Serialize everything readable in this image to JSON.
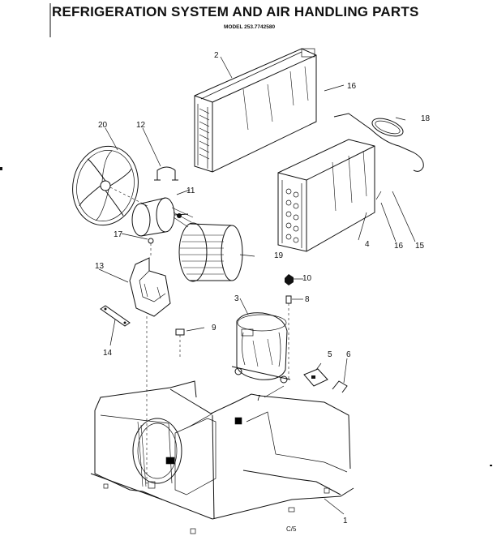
{
  "header": {
    "title": "REFRIGERATION SYSTEM AND AIR HANDLING PARTS",
    "model": "MODEL 253.7742580"
  },
  "parts": [
    {
      "key": "p1",
      "label": "1"
    },
    {
      "key": "p2",
      "label": "2"
    },
    {
      "key": "p3",
      "label": "3"
    },
    {
      "key": "p4",
      "label": "4"
    },
    {
      "key": "p5",
      "label": "5"
    },
    {
      "key": "p6",
      "label": "6"
    },
    {
      "key": "p7",
      "label": "7"
    },
    {
      "key": "p8",
      "label": "8"
    },
    {
      "key": "p9",
      "label": "9"
    },
    {
      "key": "p10",
      "label": "10"
    },
    {
      "key": "p11",
      "label": "11"
    },
    {
      "key": "p12",
      "label": "12"
    },
    {
      "key": "p13",
      "label": "13"
    },
    {
      "key": "p14",
      "label": "14"
    },
    {
      "key": "p15",
      "label": "15"
    },
    {
      "key": "p16a",
      "label": "16"
    },
    {
      "key": "p16b",
      "label": "16"
    },
    {
      "key": "p17",
      "label": "17"
    },
    {
      "key": "p18",
      "label": "18"
    },
    {
      "key": "p19",
      "label": "19"
    },
    {
      "key": "p20",
      "label": "20"
    }
  ],
  "footer": {
    "page_code": "C/5"
  }
}
